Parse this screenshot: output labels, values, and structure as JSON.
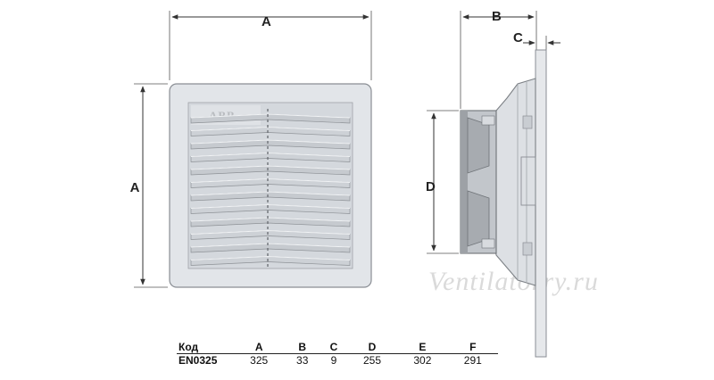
{
  "labels": {
    "a_top": "A",
    "a_side": "A",
    "b": "B",
    "c": "C",
    "d": "D"
  },
  "brand": "ABB",
  "watermark": "Ventilatorry.ru",
  "spec_table": {
    "headers": [
      "Код",
      "A",
      "B",
      "C",
      "D",
      "E",
      "F"
    ],
    "rows": [
      [
        "EN0325",
        "325",
        "33",
        "9",
        "255",
        "302",
        "291"
      ]
    ]
  },
  "colors": {
    "frame_fill": "#e2e5e9",
    "frame_stroke": "#8a8e94",
    "dimension_line": "#333333"
  }
}
